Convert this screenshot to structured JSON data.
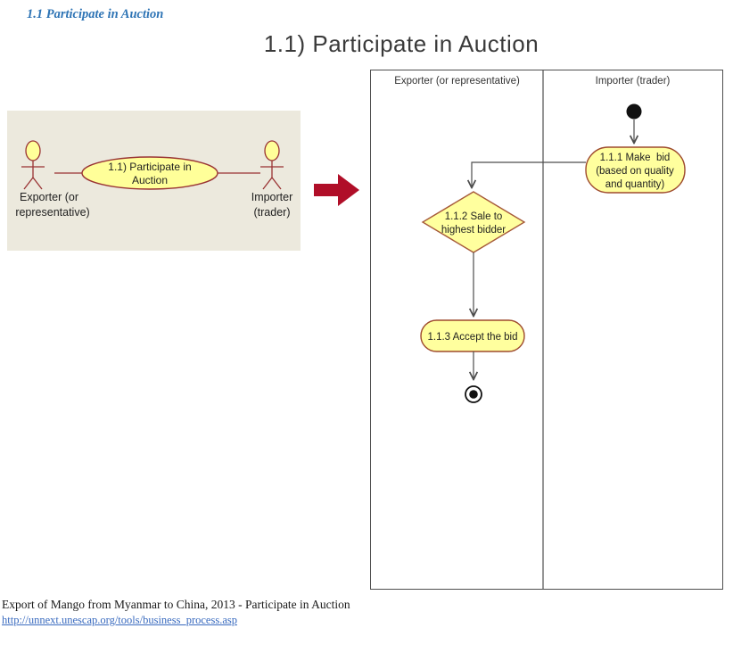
{
  "page": {
    "heading": "1.1 Participate in Auction",
    "title": "1.1) Participate in Auction",
    "caption": "Export of Mango from Myanmar to China, 2013 - Participate in Auction",
    "link": "http://unnext.unescap.org/tools/business_process.asp"
  },
  "use_case": {
    "actor_left_line1": "Exporter (or",
    "actor_left_line2": "representative)",
    "ellipse_line1": "1.1) Participate in",
    "ellipse_line2": "Auction",
    "actor_right_line1": "Importer",
    "actor_right_line2": "(trader)"
  },
  "activity": {
    "lanes": [
      {
        "label": "Exporter (or representative)"
      },
      {
        "label": "Importer (trader)"
      }
    ],
    "make_bid_line1": "1.1.1 Make  bid",
    "make_bid_line2": "(based on quality",
    "make_bid_line3": "and quantity)",
    "decision_line1": "1.1.2 Sale to",
    "decision_line2": "highest bidder",
    "accept_label": "1.1.3 Accept the bid"
  },
  "icons": {
    "actor_left": "actor-stick-figure",
    "actor_right": "actor-stick-figure",
    "transform_arrow": "right-block-arrow",
    "start_node": "initial-node-filled-circle",
    "end_node": "final-node-bullseye"
  },
  "colors": {
    "heading_blue": "#2E74B5",
    "panel_bg": "#ECE9DD",
    "node_fill": "#FFFF9E",
    "use_case_stroke": "#993333",
    "activity_stroke": "#9E4A2D",
    "decision_stroke": "#A65A3A",
    "arrow_red": "#B00E28",
    "connector_gray": "#4D4D4D",
    "link_blue": "#3A6BBF"
  }
}
